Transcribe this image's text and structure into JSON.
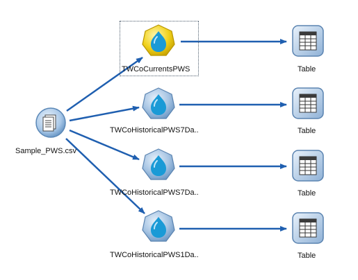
{
  "source": {
    "label": "Sample_PWS.csv",
    "icon": "file-source-icon"
  },
  "process_nodes": [
    {
      "label": "TWCoCurrentsPWS",
      "selected": true,
      "icon": "weather-drop-icon"
    },
    {
      "label": "TWCoHistoricalPWS7Da..",
      "selected": false,
      "icon": "weather-drop-icon"
    },
    {
      "label": "TWCoHistoricalPWS7Da..",
      "selected": false,
      "icon": "weather-drop-icon"
    },
    {
      "label": "TWCoHistoricalPWS1Da..",
      "selected": false,
      "icon": "weather-drop-icon"
    }
  ],
  "output_nodes": [
    {
      "label": "Table",
      "icon": "table-icon"
    },
    {
      "label": "Table",
      "icon": "table-icon"
    },
    {
      "label": "Table",
      "icon": "table-icon"
    },
    {
      "label": "Table",
      "icon": "table-icon"
    }
  ],
  "colors": {
    "link": "#1f5fb0",
    "node_blue": "#4b8fd4",
    "node_selected": "#f1d21c",
    "drop": "#1a9ad6"
  }
}
